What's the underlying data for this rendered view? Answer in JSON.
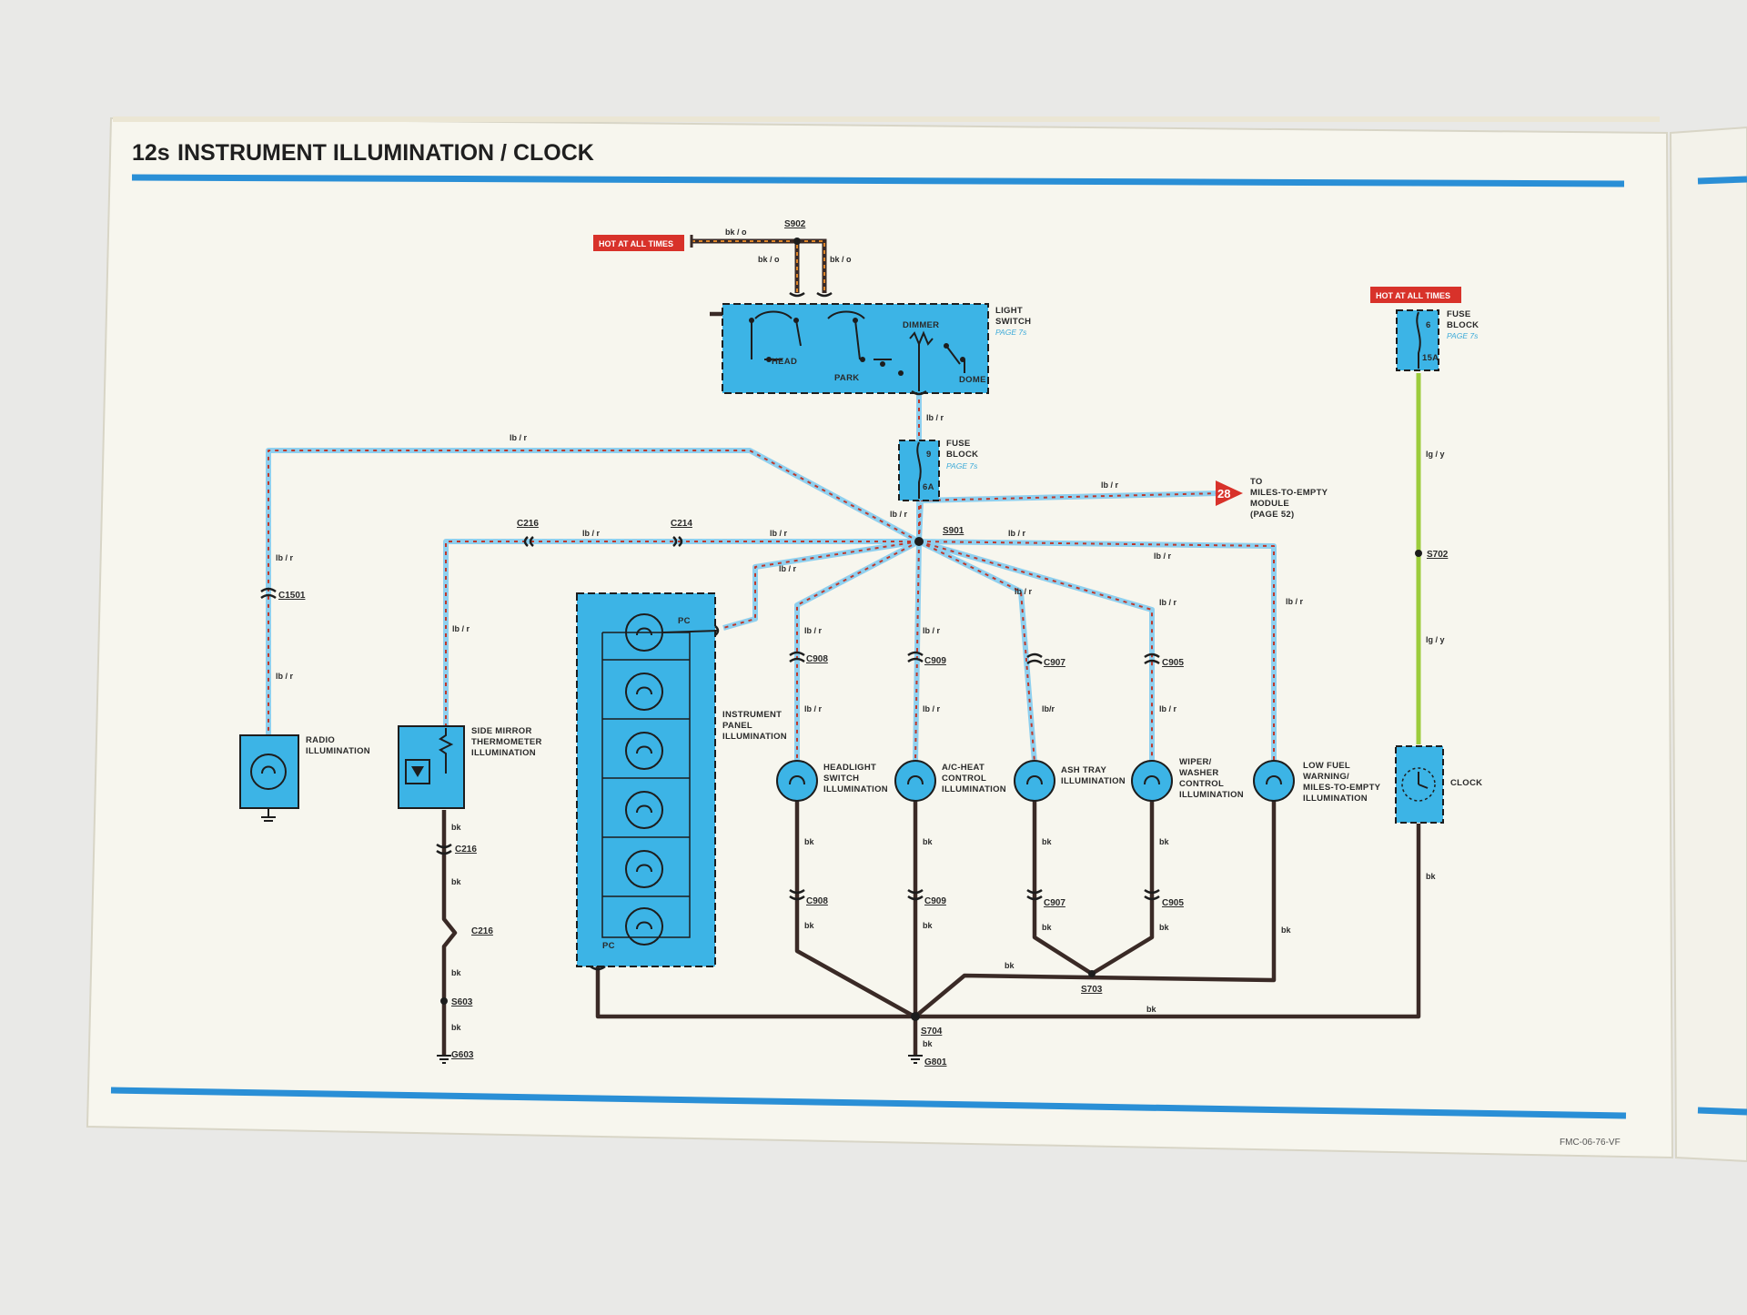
{
  "colors": {
    "component_blue": "#3cb4e6",
    "rule_blue": "#2a8fd6",
    "wire_lb": "#8fd0ef",
    "wire_r": "#c0392b",
    "wire_bk": "#3a2a26",
    "wire_lg": "#9ccc3c",
    "hot_red": "#d8322a",
    "paper": "#f7f6ee"
  },
  "page": {
    "section_number": "12s",
    "title": "INSTRUMENT ILLUMINATION / CLOCK",
    "footer_code": "FMC-06-76-VF"
  },
  "labels": {
    "hot_at_all_times": "HOT AT ALL TIMES",
    "light_switch": [
      "LIGHT",
      "SWITCH"
    ],
    "light_switch_ref": "PAGE 7s",
    "dimmer": "DIMMER",
    "head": "HEAD",
    "park": "PARK",
    "dome": "DOME",
    "fuse_block": [
      "FUSE",
      "BLOCK"
    ],
    "fuse_block_ref": "PAGE 7s",
    "fuse1_number": "9",
    "fuse1_rating": "6A",
    "fuse2_number": "6",
    "fuse2_rating": "15A",
    "to_module": [
      "TO",
      "MILES-TO-EMPTY",
      "MODULE",
      "(PAGE 52)"
    ],
    "page_ref_number": "28",
    "radio": [
      "RADIO",
      "ILLUMINATION"
    ],
    "side_mirror": [
      "SIDE MIRROR",
      "THERMOMETER",
      "ILLUMINATION"
    ],
    "instrument_panel": [
      "INSTRUMENT",
      "PANEL",
      "ILLUMINATION"
    ],
    "pc": "PC",
    "headlight": [
      "HEADLIGHT",
      "SWITCH",
      "ILLUMINATION"
    ],
    "ac_heat": [
      "A/C-HEAT",
      "CONTROL",
      "ILLUMINATION"
    ],
    "ash_tray": [
      "ASH TRAY",
      "ILLUMINATION"
    ],
    "wiper": [
      "WIPER/",
      "WASHER",
      "CONTROL",
      "ILLUMINATION"
    ],
    "low_fuel": [
      "LOW FUEL",
      "WARNING/",
      "MILES-TO-EMPTY",
      "ILLUMINATION"
    ],
    "clock": "CLOCK"
  },
  "wires": {
    "bk_o": "bk / o",
    "lb_r": "lb / r",
    "lb_r_short": "lb/r",
    "bk": "bk",
    "lg_y": "lg / y"
  },
  "connectors": {
    "s902": "S902",
    "s901": "S901",
    "s702": "S702",
    "s703": "S703",
    "s704": "S704",
    "s603": "S603",
    "g603": "G603",
    "g801": "G801",
    "c1501": "C1501",
    "c216": "C216",
    "c214": "C214",
    "c908": "C908",
    "c909": "C909",
    "c907": "C907",
    "c905": "C905"
  }
}
